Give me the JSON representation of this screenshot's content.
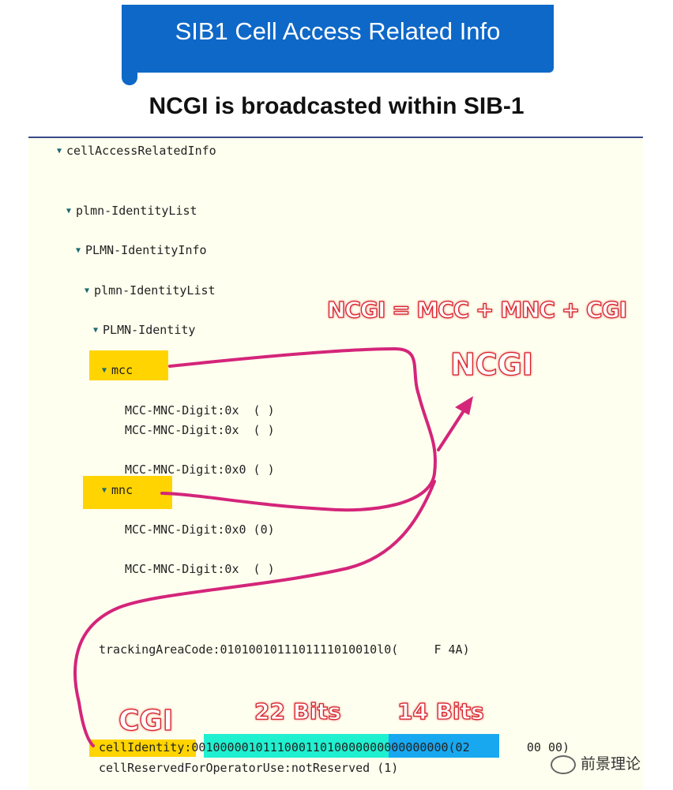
{
  "header": {
    "banner_title": "SIB1 Cell Access Related Info",
    "subtitle": "NCGI is broadcasted within SIB-1"
  },
  "tree": {
    "cellAccessRelatedInfo": "cellAccessRelatedInfo",
    "plmnIdentityList": "plmn-IdentityList",
    "plmnIdentityInfo": "PLMN-IdentityInfo",
    "plmnIdentityList2": "plmn-IdentityList",
    "plmnIdentity": "PLMN-Identity",
    "mcc": "mcc",
    "mcc_digit1": "MCC-MNC-Digit:0x  ( )",
    "mcc_digit2": "MCC-MNC-Digit:0x  ( )",
    "mcc_digit3": "MCC-MNC-Digit:0x0 ( )",
    "mnc": "mnc",
    "mnc_digit1": "MCC-MNC-Digit:0x0 (0)",
    "mnc_digit2": "MCC-MNC-Digit:0x  ( )",
    "trackingAreaCode": "trackingAreaCode:0101001011101111010010l0(     F 4A)",
    "cellIdentity_label": "cellIdentity",
    "cellIdentity_colon": ":",
    "cellIdentity_bits22": "0010000010111000110100",
    "cellIdentity_bits14": "00000000000000",
    "cellIdentity_suffix": "(02        00 00)",
    "cellReserved": "cellReservedForOperatorUse:notReserved (1)"
  },
  "callouts": {
    "formula": "NCGI = MCC + MNC + CGI",
    "ncgi": "NCGI",
    "cgi": "CGI",
    "bits22": "22 Bits",
    "bits14": "14 Bits"
  },
  "watermark": "前景理论",
  "colors": {
    "banner": "#0e68c8",
    "panel": "#ffffef",
    "highlight": "#ffd400",
    "bits22": "#1ff0d0",
    "bits14": "#18a8f0",
    "arrow": "#d4257a",
    "callout_text": "#d8202a"
  }
}
